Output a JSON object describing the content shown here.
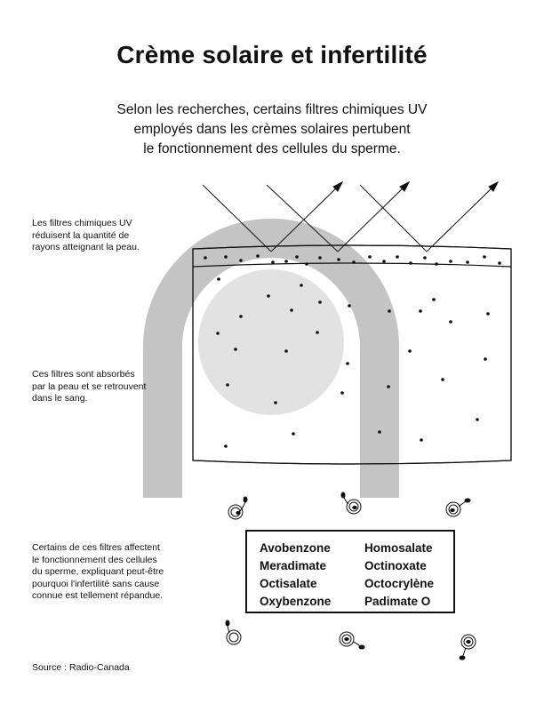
{
  "title": "Crème solaire et infertilité",
  "subtitle": [
    "Selon les recherches, certains filtres chimiques UV",
    "employés dans les crèmes solaires pertubent",
    "le fonctionnement des cellules du sperme."
  ],
  "annotations": {
    "filters_reduce": [
      "Les filtres chimiques UV",
      "réduisent la quantité de",
      "rayons atteignant la peau."
    ],
    "filters_absorbed": [
      "Ces filtres sont absorbés",
      "par la peau et se retrouvent",
      "dans le sang."
    ],
    "filters_affect": [
      "Certains de ces filtres affectent",
      "le fonctionnement des cellules",
      "du sperme, expliquant peut-être",
      "pourquoi l'infertilité sans cause",
      "connue est tellement répandue."
    ]
  },
  "filters": {
    "left": [
      "Avobenzone",
      "Meradimate",
      "Octisalate",
      "Oxybenzone"
    ],
    "right": [
      "Homosalate",
      "Octinoxate",
      "Octocrylène",
      "Padimate O"
    ]
  },
  "source": "Source : Radio-Canada",
  "colors": {
    "arc": "#c4c4c4",
    "cell": "#e2e2e2",
    "ink": "#111111"
  }
}
